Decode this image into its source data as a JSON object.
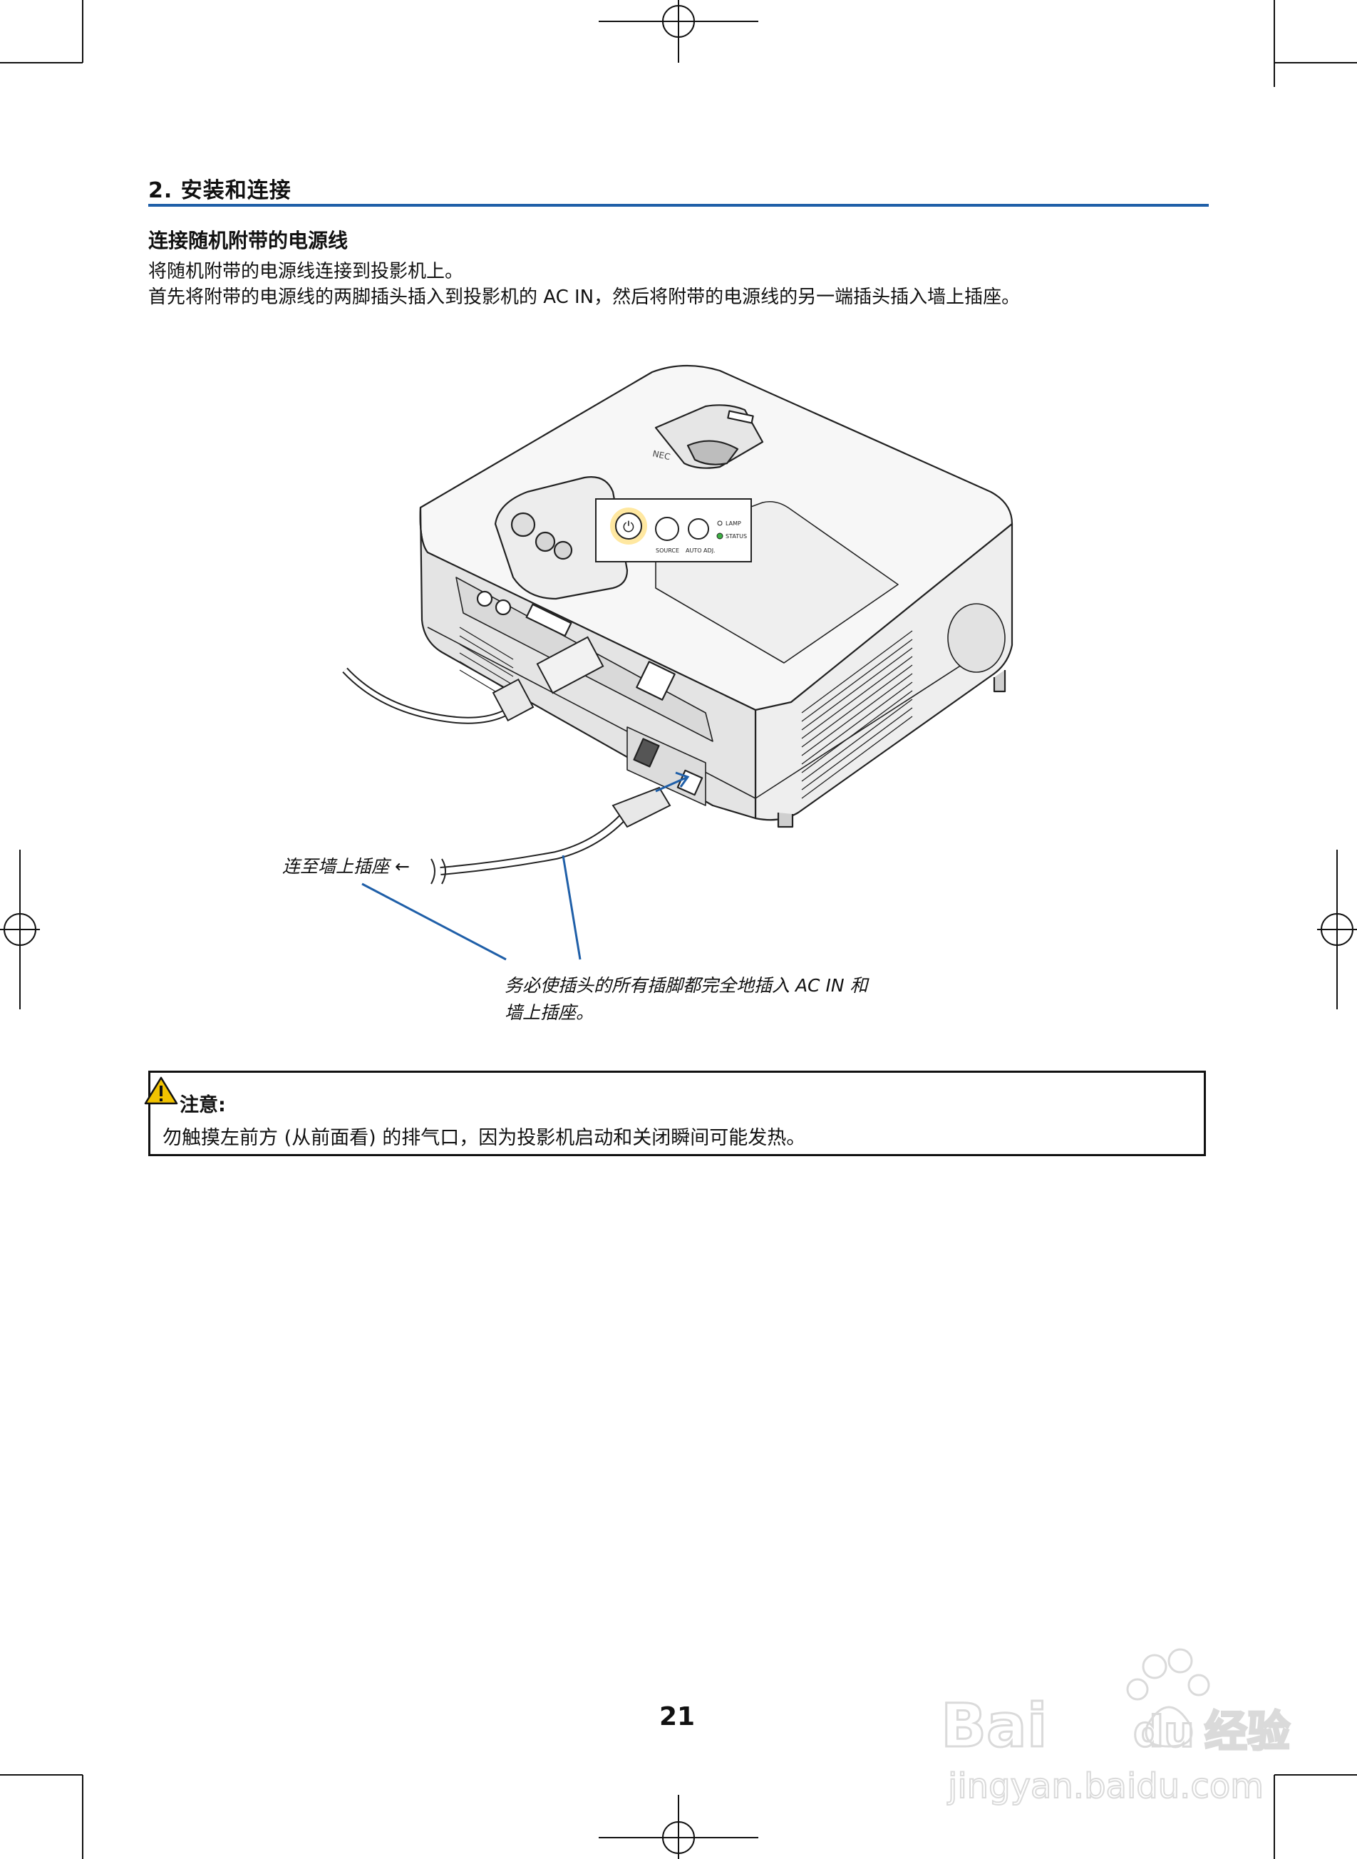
{
  "section": {
    "title": "2. 安装和连接"
  },
  "subsection": {
    "heading": "连接随机附带的电源线",
    "paragraphs": [
      "将随机附带的电源线连接到投影机上。",
      "首先将附带的电源线的两脚插头插入到投影机的 AC IN，然后将附带的电源线的另一端插头插入墙上插座。"
    ]
  },
  "figure": {
    "panel_labels": {
      "power_button_glyph": "⏻",
      "source": "SOURCE",
      "auto_adj": "AUTO ADJ.",
      "lamp": "LAMP",
      "status": "STATUS"
    },
    "callouts": {
      "wall_outlet": "连至墙上插座 ←",
      "note_line1": "务必使插头的所有插脚都完全地插入 AC IN 和",
      "note_line2": "墙上插座。"
    }
  },
  "caution": {
    "title": "注意:",
    "text": "勿触摸左前方 (从前面看) 的排气口，因为投影机启动和关闭瞬间可能发热。"
  },
  "page_number": "21",
  "watermark": {
    "brand_text": "Bai du 经验",
    "url": "jingyan.baidu.com"
  },
  "colors": {
    "rule": "#1f5fa8",
    "leader_lines": "#1f5fa8",
    "warning_yellow": "#f2c300",
    "text": "#111111"
  }
}
